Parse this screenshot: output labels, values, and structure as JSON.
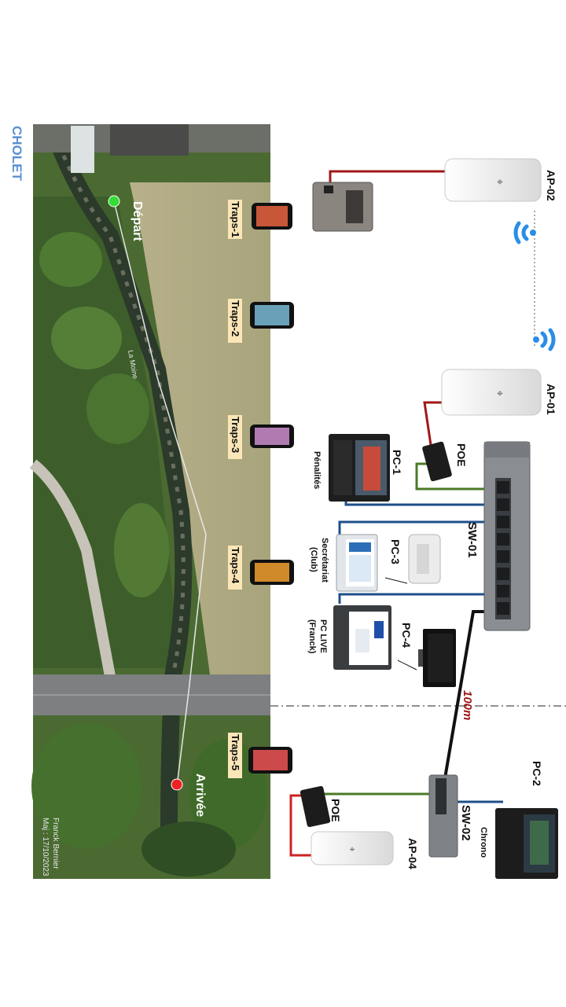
{
  "title": "CHOLET",
  "author": "Franck Bernier",
  "updated": "Maj : 17/10/2023",
  "river": "La Moine",
  "start_label": "Départ",
  "finish_label": "Arrivée",
  "distance_label": "100m",
  "traps": [
    "Traps-1",
    "Traps-2",
    "Traps-3",
    "Traps-4",
    "Traps-5"
  ],
  "access_points": [
    "AP-02",
    "AP-01",
    "AP-04"
  ],
  "poe": [
    "POE",
    "POE"
  ],
  "switches": [
    "SW-01",
    "SW-02"
  ],
  "pcs": [
    {
      "name": "PC-1",
      "role": "Pénalités"
    },
    {
      "name": "PC-3",
      "role_line1": "Secrétariat",
      "role_line2": "(Club)"
    },
    {
      "name": "PC-4",
      "role_line1": "PC LIVE",
      "role_line2": "(Franck)"
    },
    {
      "name": "PC-2",
      "role": "Chrono"
    }
  ],
  "colors": {
    "title": "#5b8fd0",
    "label_bg": "#fbe6b8",
    "power_cable": "#a01818",
    "poe_cable": "#4a7a26",
    "lan_cable": "#1f4f8a",
    "uplink_cable": "#111111",
    "wifi": "#2a8ee8",
    "start_dot": "#33dd33",
    "finish_dot": "#ee2222"
  }
}
